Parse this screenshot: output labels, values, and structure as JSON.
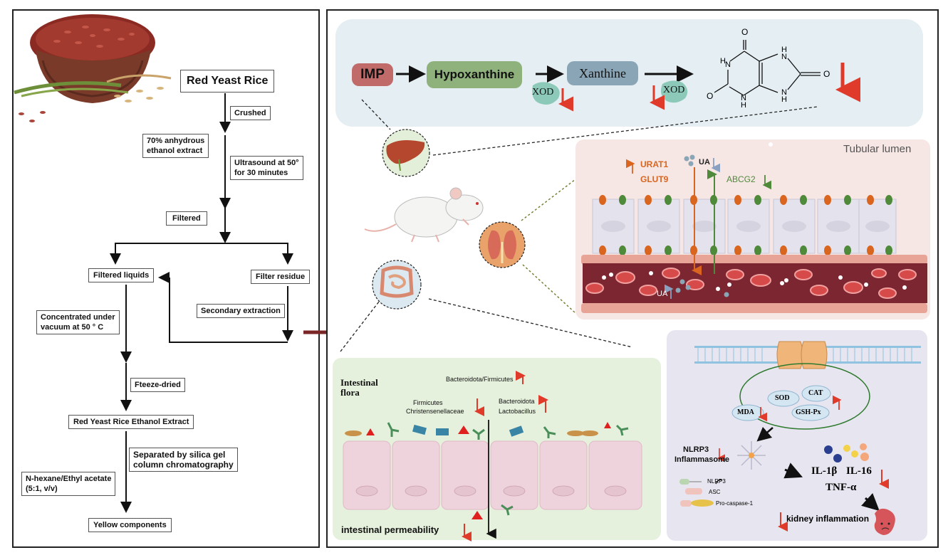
{
  "flowchart": {
    "title": "Red Yeast Rice",
    "step_crushed": "Crushed",
    "step_ethanol_line1": "70% anhydrous",
    "step_ethanol_line2": "ethanol extract",
    "step_ultrasound_line1": "Ultrasound at 50°",
    "step_ultrasound_line2": "for 30 minutes",
    "step_filtered": "Filtered",
    "filtered_liquids": "Filtered liquids",
    "filter_residue": "Filter residue",
    "secondary_extraction": "Secondary extraction",
    "concentrated_line1": "Concentrated under",
    "concentrated_line2": "vacuum at 50 ° C",
    "freeze_dried": "Fteeze-dried",
    "ethanol_extract": "Red Yeast Rice Ethanol Extract",
    "silica_line1": "Separated by silica gel",
    "silica_line2": "column chromatography",
    "hexane_line1": "N-hexane/Ethyl acetate",
    "hexane_line2": "(5:1, v/v)",
    "yellow_components": "Yellow components"
  },
  "pathway": {
    "imp": "IMP",
    "hypoxanthine": "Hypoxanthine",
    "xanthine": "Xanthine",
    "xod1": "XOD",
    "xod2": "XOD",
    "atom_o_top": "O",
    "atom_o_right": "O",
    "atom_o_left": "O",
    "atom_h1": "H",
    "atom_n1": "N",
    "atom_h2": "H",
    "atom_n2": "N",
    "atom_h3": "H",
    "atom_n3": "N",
    "atom_h4": "H",
    "atom_n4": "N"
  },
  "kidney": {
    "tubular_lumen": "Tubular lumen",
    "urat1": "URAT1",
    "glut9": "GLUT9",
    "ua_top": "UA",
    "abcg2": "ABCG2",
    "ua_bottom": "UA"
  },
  "intestine": {
    "title_line1": "Intestinal",
    "title_line2": "flora",
    "ratio": "Bacteroidota/Firmicutes",
    "firmicutes": "Firmicutes",
    "christensenellaceae": "Christensenellaceae",
    "bacteroidota": "Bacteroidota",
    "lactobacillus": "Lactobacillus",
    "permeability": "intestinal permeability"
  },
  "inflammation": {
    "sod": "SOD",
    "cat": "CAT",
    "mda": "MDA",
    "gsh_px": "GSH-Px",
    "nlrp3_line1": "NLRP3",
    "nlrp3_line2": "Inflammasome",
    "legend_nlrp3": "NLRP3",
    "legend_asc": "ASC",
    "legend_procaspase": "Pro-caspase-1",
    "il1b": "IL-1β",
    "il16": "IL-16",
    "tnfa": "TNF-α",
    "kidney_inflammation": "kidney inflammation"
  },
  "colors": {
    "arrow_red": "#e03a2a",
    "imp_fill": "#c06a6a",
    "hypoxanthine_fill": "#8fb27c",
    "xanthine_fill": "#8aa5b6",
    "pathway_bg": "#e4eef3",
    "kidney_bg": "#f6e6e4",
    "intestine_bg": "#e5f1dc",
    "inflammation_bg": "#e7e6f0",
    "urat_orange": "#d9651f",
    "abcg2_green": "#4f8a3a",
    "inhibit_bar": "#7a2626"
  }
}
